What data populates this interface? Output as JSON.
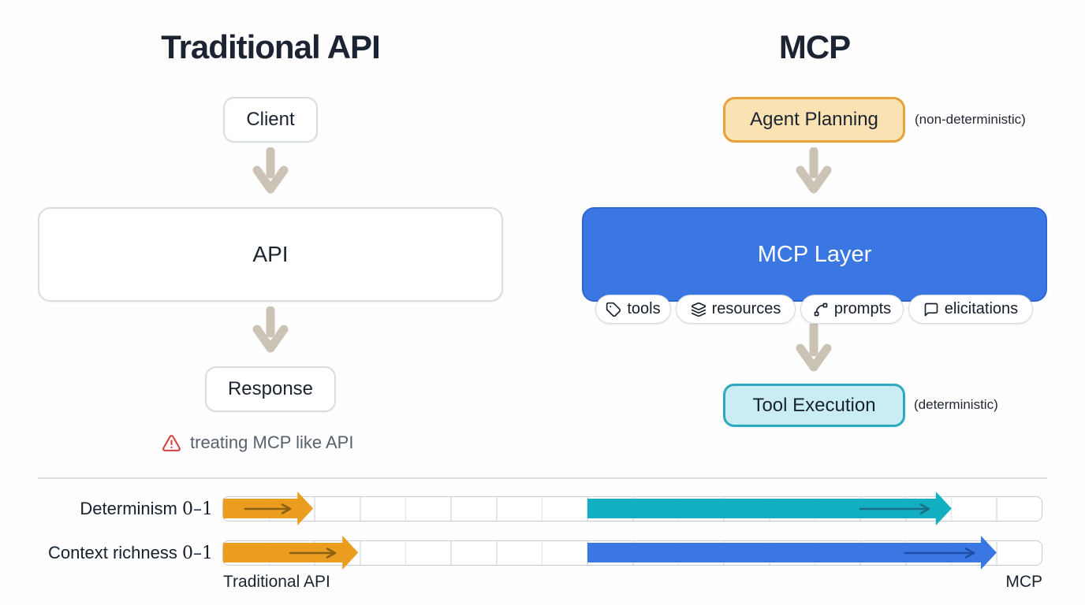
{
  "left": {
    "title": "Traditional API",
    "client_label": "Client",
    "api_label": "API",
    "response_label": "Response",
    "warning": {
      "text": "treating MCP like API",
      "icon_color": "#D94040"
    }
  },
  "right": {
    "title": "MCP",
    "agent_planning": {
      "label": "Agent Planning",
      "annotation": "(non-deterministic)",
      "fill": "#FAE2B3",
      "border": "#E9A23B"
    },
    "mcp_layer": {
      "label": "MCP Layer",
      "fill": "#3B77E3",
      "text_color": "#FFFFFF"
    },
    "capabilities": [
      {
        "label": "tools",
        "icon": "tag-icon"
      },
      {
        "label": "resources",
        "icon": "layers-icon"
      },
      {
        "label": "prompts",
        "icon": "spline-icon"
      },
      {
        "label": "elicitations",
        "icon": "message-square-icon"
      }
    ],
    "tool_execution": {
      "label": "Tool Execution",
      "annotation": "(deterministic)",
      "fill": "#C9EDF2",
      "border": "#2CA9BE"
    }
  },
  "flow_arrow_color": "#CBC3B5",
  "chart_data": {
    "type": "bar",
    "subtype": "horizontal-range-arrows",
    "axis_range": [
      0,
      1
    ],
    "segments": 18,
    "grid": true,
    "rows": [
      {
        "label": "Determinism",
        "range": "0–1",
        "arrows": [
          {
            "name": "traditional-api",
            "start": 0,
            "end": 0.11,
            "color": "#EA9D1F",
            "inner_arrow_color": "#8A6114"
          },
          {
            "name": "mcp",
            "start": 0.445,
            "end": 0.89,
            "color": "#12AFC2",
            "inner_arrow_color": "#1B6E86"
          }
        ]
      },
      {
        "label": "Context richness",
        "range": "0–1",
        "arrows": [
          {
            "name": "traditional-api",
            "start": 0,
            "end": 0.165,
            "color": "#EA9D1F",
            "inner_arrow_color": "#8A6114"
          },
          {
            "name": "mcp",
            "start": 0.445,
            "end": 0.945,
            "color": "#3B77E3",
            "inner_arrow_color": "#1D4FA8"
          }
        ]
      }
    ],
    "x_axis_labels": {
      "left": "Traditional API",
      "right": "MCP"
    }
  }
}
